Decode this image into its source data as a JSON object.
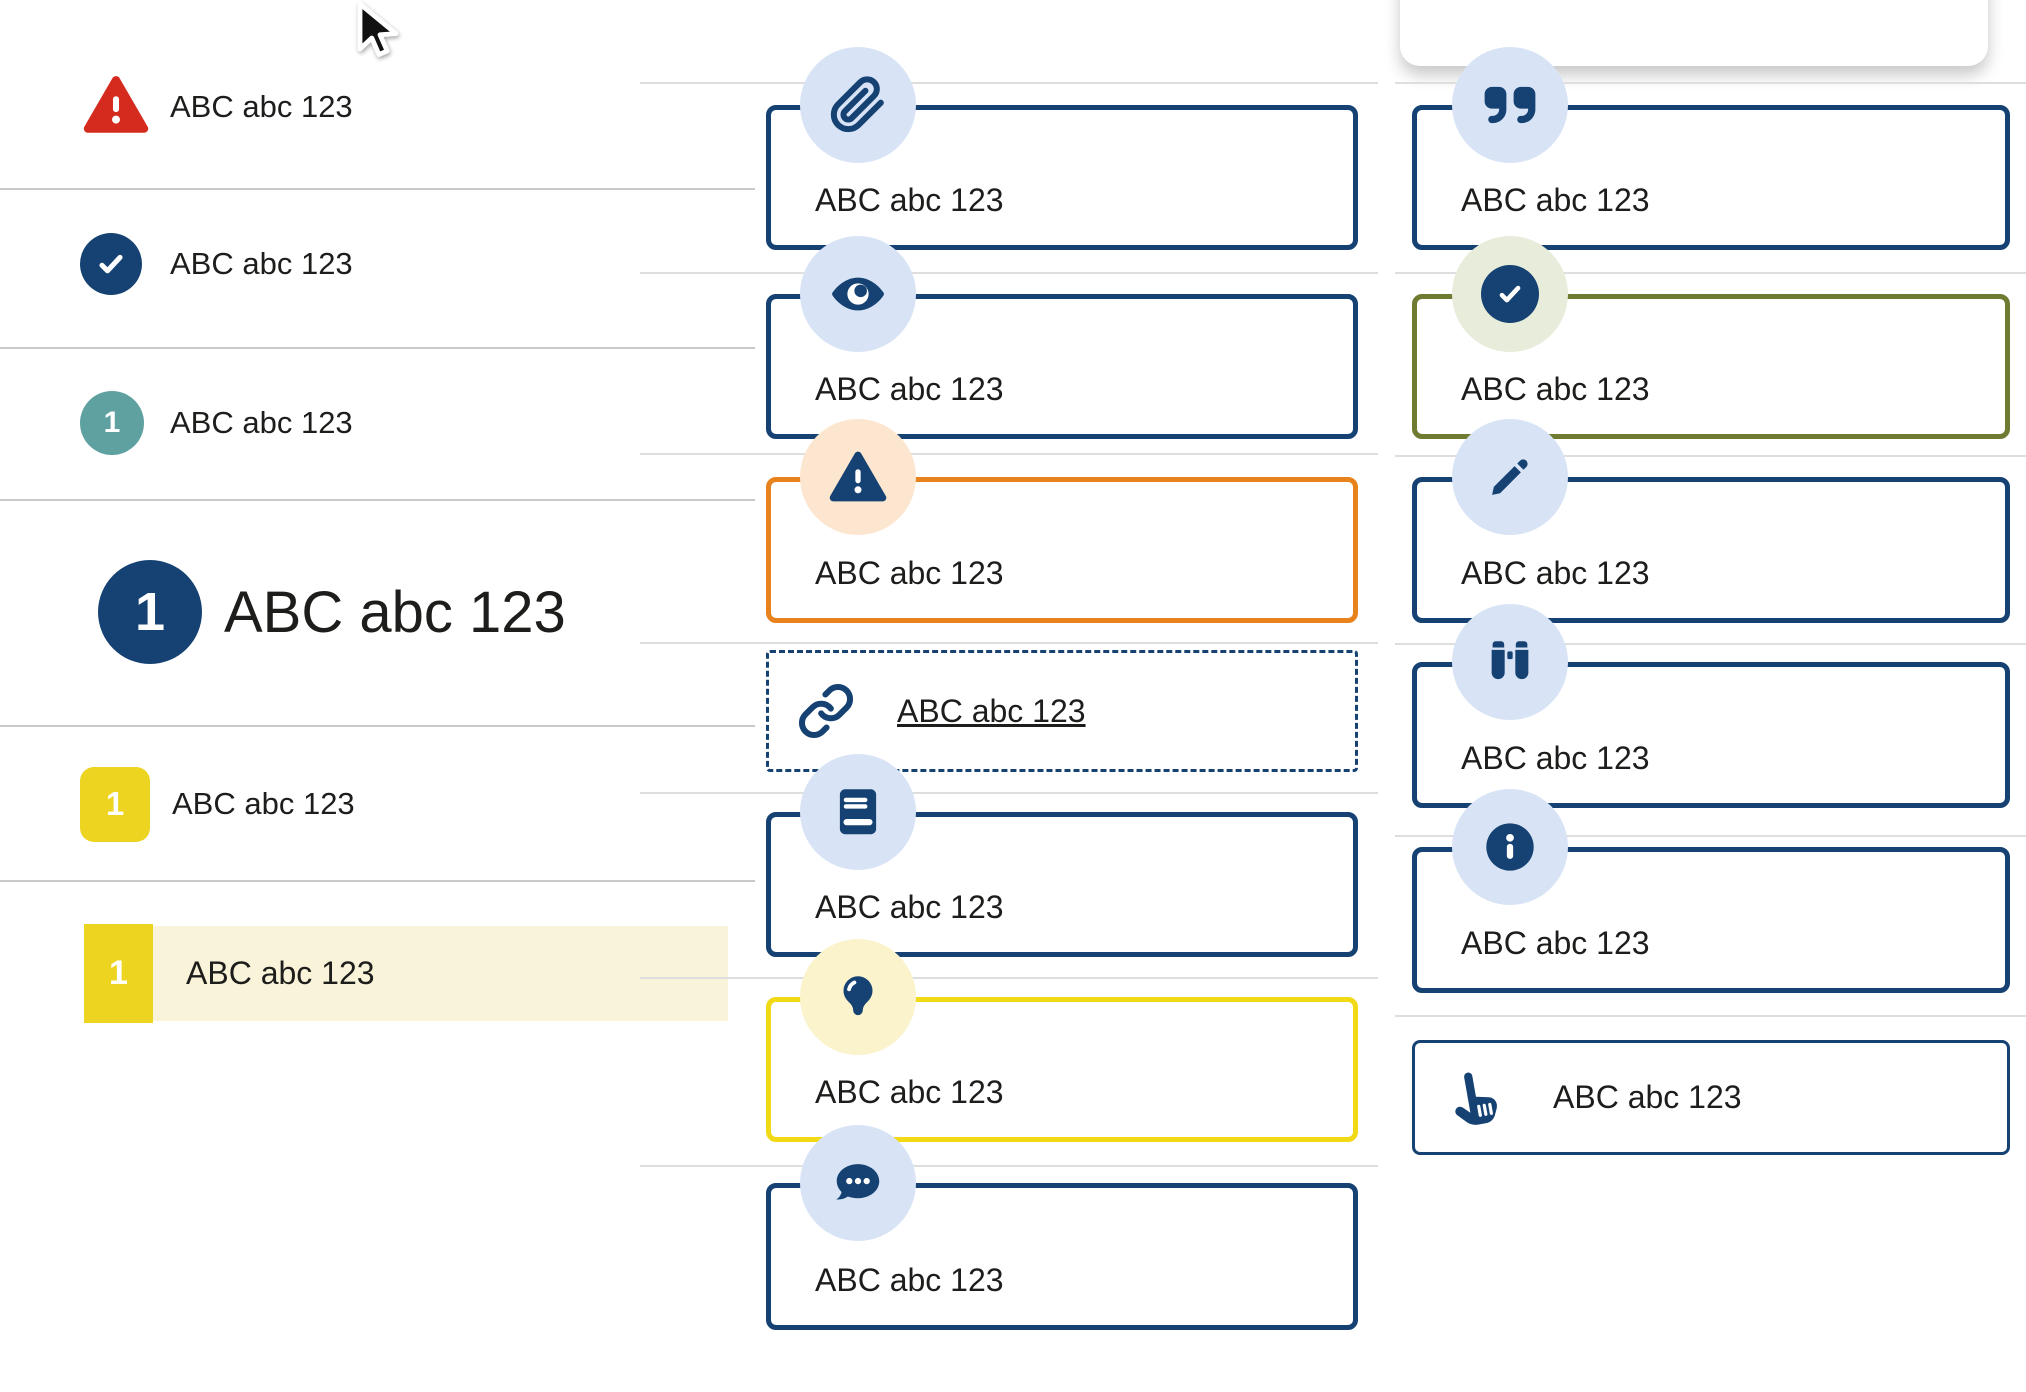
{
  "colors": {
    "navy": "#154273",
    "ink": "#1d1d1b",
    "red": "#d52b1e",
    "teal": "#5fa1a1",
    "yellow": "#edd421",
    "yellow-border": "#f2d916",
    "cream": "#f8f3d9",
    "orange": "#e8821d",
    "olive": "#6e7b30",
    "icon-blue-bg": "#d8e4f6",
    "icon-peach-bg": "#fce6cf",
    "icon-olive-bg": "#e8ecda",
    "icon-yellow-bg": "#faf3cb"
  },
  "left_list": {
    "items": [
      {
        "icon": "alert-triangle-icon",
        "label": "ABC abc 123"
      },
      {
        "icon": "check-circle-icon",
        "label": "ABC abc 123"
      },
      {
        "icon": "number-badge",
        "badge": "1",
        "label": "ABC abc 123"
      },
      {
        "icon": "number-badge-large",
        "badge": "1",
        "label": "ABC abc 123"
      },
      {
        "icon": "number-badge-yellow",
        "badge": "1",
        "label": "ABC abc 123"
      },
      {
        "icon": "number-badge-yellow",
        "badge": "1",
        "label": "ABC abc 123"
      }
    ]
  },
  "middle_callouts": [
    {
      "icon": "paperclip-icon",
      "style": "default",
      "text": "ABC abc 123"
    },
    {
      "icon": "eye-icon",
      "style": "default",
      "text": "ABC abc 123"
    },
    {
      "icon": "warning-icon",
      "style": "warning",
      "text": "ABC abc 123"
    },
    {
      "icon": "link-icon",
      "style": "link",
      "text": "ABC abc 123"
    },
    {
      "icon": "book-icon",
      "style": "default",
      "text": "ABC abc 123"
    },
    {
      "icon": "lightbulb-icon",
      "style": "tip",
      "text": "ABC abc 123"
    },
    {
      "icon": "chat-icon",
      "style": "default",
      "text": "ABC abc 123"
    }
  ],
  "right_callouts": [
    {
      "icon": "quote-icon",
      "style": "default",
      "text": "ABC abc 123"
    },
    {
      "icon": "check-icon",
      "style": "success",
      "text": "ABC abc 123"
    },
    {
      "icon": "pencil-icon",
      "style": "default",
      "text": "ABC abc 123"
    },
    {
      "icon": "binoculars-icon",
      "style": "default",
      "text": "ABC abc 123"
    },
    {
      "icon": "info-icon",
      "style": "default",
      "text": "ABC abc 123"
    },
    {
      "icon": "hand-point-up-icon",
      "style": "action",
      "text": "ABC abc 123"
    }
  ]
}
